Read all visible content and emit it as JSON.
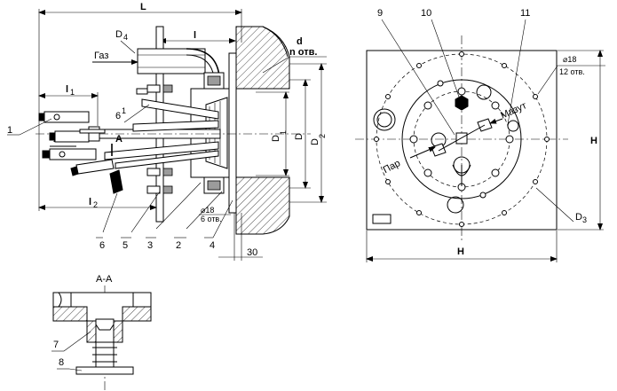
{
  "side_view": {
    "dims": {
      "L": "L",
      "l": "l",
      "l1": "l",
      "l1_sub": "1",
      "l2": "l",
      "l2_sub": "2",
      "D4": "D",
      "D4_sub": "4",
      "D1": "D",
      "D1_sub": "1",
      "D": "D",
      "D2": "D",
      "D2_sub": "2",
      "d": "d",
      "n_holes": "n отв.",
      "dim_30": "30",
      "hole18": "⌀18",
      "holes6": "6 отв."
    },
    "labels": {
      "gas": "Газ",
      "section_a1": "A",
      "section_a2": "A"
    },
    "callouts": [
      "1",
      "2",
      "3",
      "4",
      "5",
      "6",
      "6"
    ],
    "callout_6_top_sup": "1"
  },
  "front_view": {
    "callouts": [
      "9",
      "10",
      "11"
    ],
    "hole18": "⌀18",
    "holes12": "12 отв.",
    "steam": "Пар",
    "fuel_oil": "Мазут",
    "H_bottom": "H",
    "H_right": "H",
    "D3": "D",
    "D3_sub": "3"
  },
  "section_view": {
    "title": "A-A",
    "callouts": [
      "7",
      "8"
    ]
  }
}
